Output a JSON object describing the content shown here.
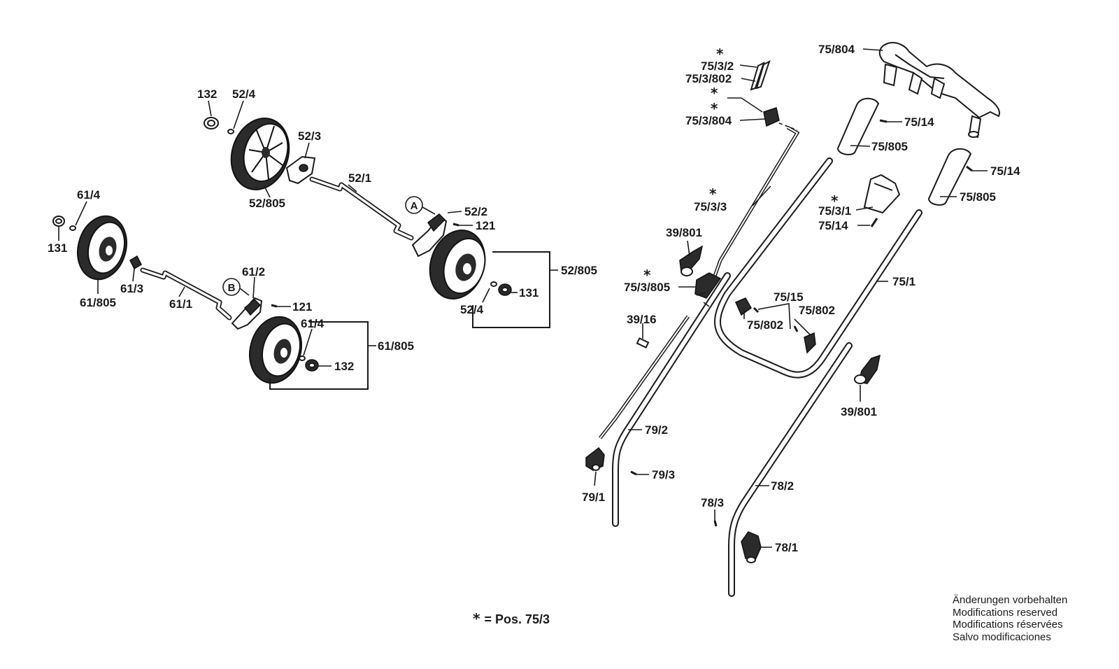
{
  "labels": {
    "l_75_804": "75/804",
    "l_75_3_2": "75/3/2",
    "l_75_3_802": "75/3/802",
    "l_75_3_804": "75/3/804",
    "l_75_14_a": "75/14",
    "l_75_805_a": "75/805",
    "l_75_14_b": "75/14",
    "l_75_805_b": "75/805",
    "l_75_3_3": "75/3/3",
    "l_75_3_1": "75/3/1",
    "l_75_14_c": "75/14",
    "l_39_801_a": "39/801",
    "l_75_3_805": "75/3/805",
    "l_75_1": "75/1",
    "l_75_15": "75/15",
    "l_75_802_a": "75/802",
    "l_75_802_b": "75/802",
    "l_39_16": "39/16",
    "l_39_801_b": "39/801",
    "l_79_2": "79/2",
    "l_79_3": "79/3",
    "l_79_1": "79/1",
    "l_78_3": "78/3",
    "l_78_2": "78/2",
    "l_78_1": "78/1",
    "l_132_a": "132",
    "l_52_4_a": "52/4",
    "l_52_3": "52/3",
    "l_52_1": "52/1",
    "l_52_805_a": "52/805",
    "l_52_2": "52/2",
    "l_121_a": "121",
    "l_52_805_b": "52/805",
    "l_131_a": "131",
    "l_52_4_b": "52/4",
    "l_61_4_a": "61/4",
    "l_131_b": "131",
    "l_61_805_a": "61/805",
    "l_61_3": "61/3",
    "l_61_1": "61/1",
    "l_61_2": "61/2",
    "l_121_b": "121",
    "l_61_4_b": "61/4",
    "l_61_805_b": "61/805",
    "l_132_b": "132"
  },
  "callouts": {
    "a": "A",
    "b": "B"
  },
  "star_symbol": "*",
  "pos_note": {
    "symbol": "*",
    "text": "= Pos.  75/3"
  },
  "notes": [
    "Änderungen vorbehalten",
    "Modifications reserved",
    "Modifications réservées",
    "Salvo modificaciones"
  ]
}
